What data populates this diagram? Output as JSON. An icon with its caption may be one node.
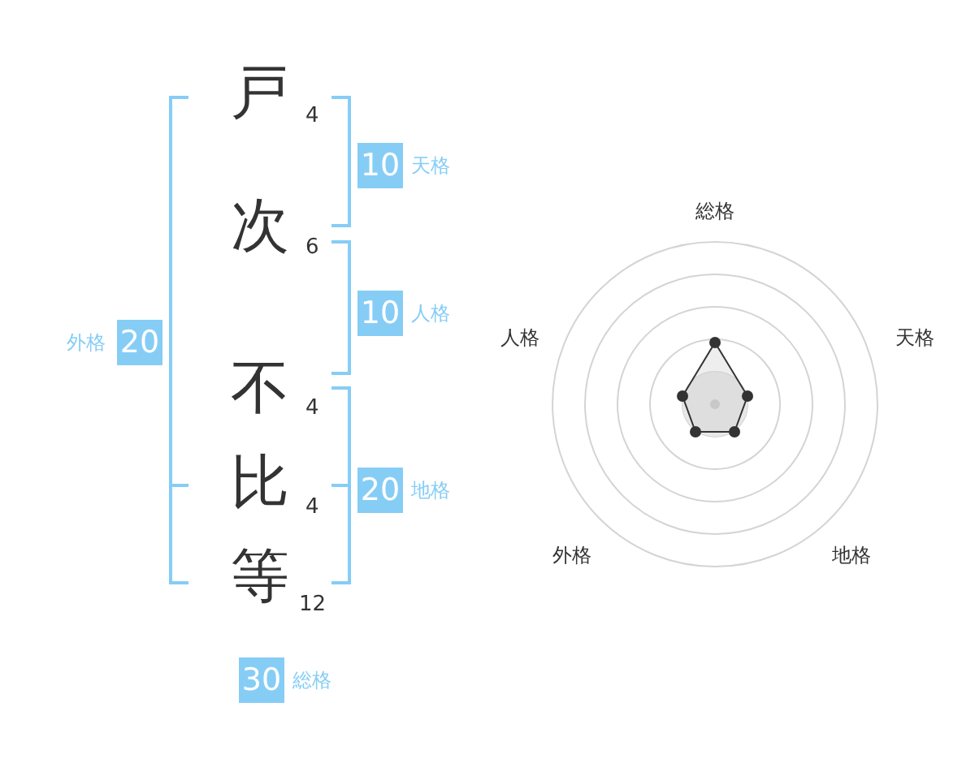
{
  "diagram": {
    "nodes": [
      {
        "text": [
          "10"
        ],
        "beside": [
          "天格"
        ]
      },
      {
        "text": [
          "10"
        ],
        "beside": [
          "人格"
        ]
      },
      {
        "text": [
          "20"
        ],
        "beside": [
          "外格"
        ]
      },
      {
        "text": [
          "20"
        ],
        "beside": [
          "地格"
        ]
      },
      {
        "text": [
          "30"
        ],
        "beside": [
          "総格"
        ]
      }
    ],
    "labels": [
      "戸",
      "4",
      "次",
      "6",
      "不",
      "4",
      "比",
      "4",
      "等",
      "12",
      "総格",
      "人格",
      "天格",
      "外格",
      "地格"
    ]
  }
}
